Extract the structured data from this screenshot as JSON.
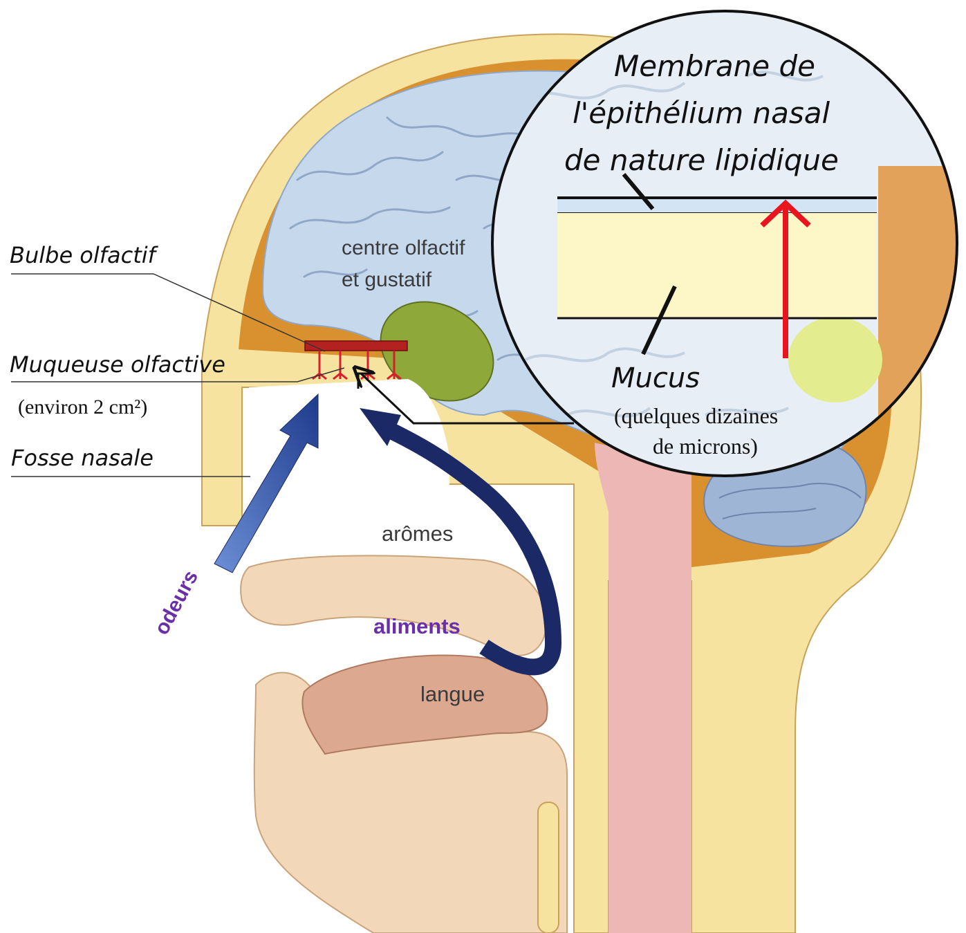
{
  "labels": {
    "bulbe": "Bulbe olfactif",
    "muqueuse": "Muqueuse olfactive",
    "muqueuse_area": "(environ 2 cm²)",
    "fosse": "Fosse nasale",
    "centre_line1": "centre olfactif",
    "centre_line2": "et gustatif",
    "aromes": "arômes",
    "odeurs": "odeurs",
    "aliments": "aliments",
    "langue": "langue"
  },
  "zoom": {
    "membrane_line1": "Membrane de",
    "membrane_line2": "l'épithélium nasal",
    "membrane_line3": "de nature lipidique",
    "mucus": "Mucus",
    "mucus_size_line1": "(quelques dizaines",
    "mucus_size_line2": "de microns)"
  },
  "colors": {
    "brain": "#c6d8ec",
    "brain_fold": "#8fa8c8",
    "skull": "#f6e3a0",
    "brain_cavity": "#d9902e",
    "flesh": "#f2d8b8",
    "tongue": "#dca890",
    "green_center": "#8fa83a",
    "spinal_pink": "#ecb7b5",
    "mucus_band": "#fdf7c8",
    "membrane_band": "#d3e4f4",
    "arrow_dark": "#1b2a66",
    "arrow_blue": "#2c4fa0",
    "red_arrow": "#e8141e",
    "purple": "#6a2fa8"
  }
}
